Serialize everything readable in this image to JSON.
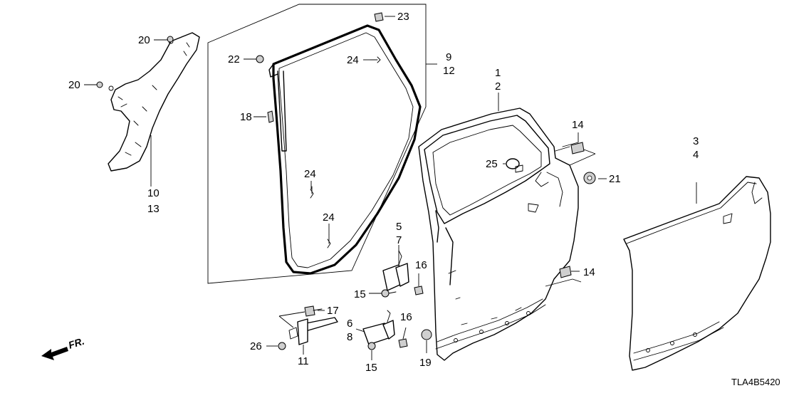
{
  "diagram_code": "TLA4B5420",
  "direction_label": "FR.",
  "callouts": {
    "c1": "1",
    "c2": "2",
    "c3": "3",
    "c4": "4",
    "c5": "5",
    "c6": "6",
    "c7": "7",
    "c8": "8",
    "c9": "9",
    "c10": "10",
    "c11": "11",
    "c12": "12",
    "c13": "13",
    "c14a": "14",
    "c14b": "14",
    "c15a": "15",
    "c15b": "15",
    "c16a": "16",
    "c16b": "16",
    "c17": "17",
    "c18": "18",
    "c19": "19",
    "c20a": "20",
    "c20b": "20",
    "c21": "21",
    "c22": "22",
    "c23": "23",
    "c24a": "24",
    "c24b": "24",
    "c24c": "24",
    "c25": "25",
    "c26": "26"
  }
}
